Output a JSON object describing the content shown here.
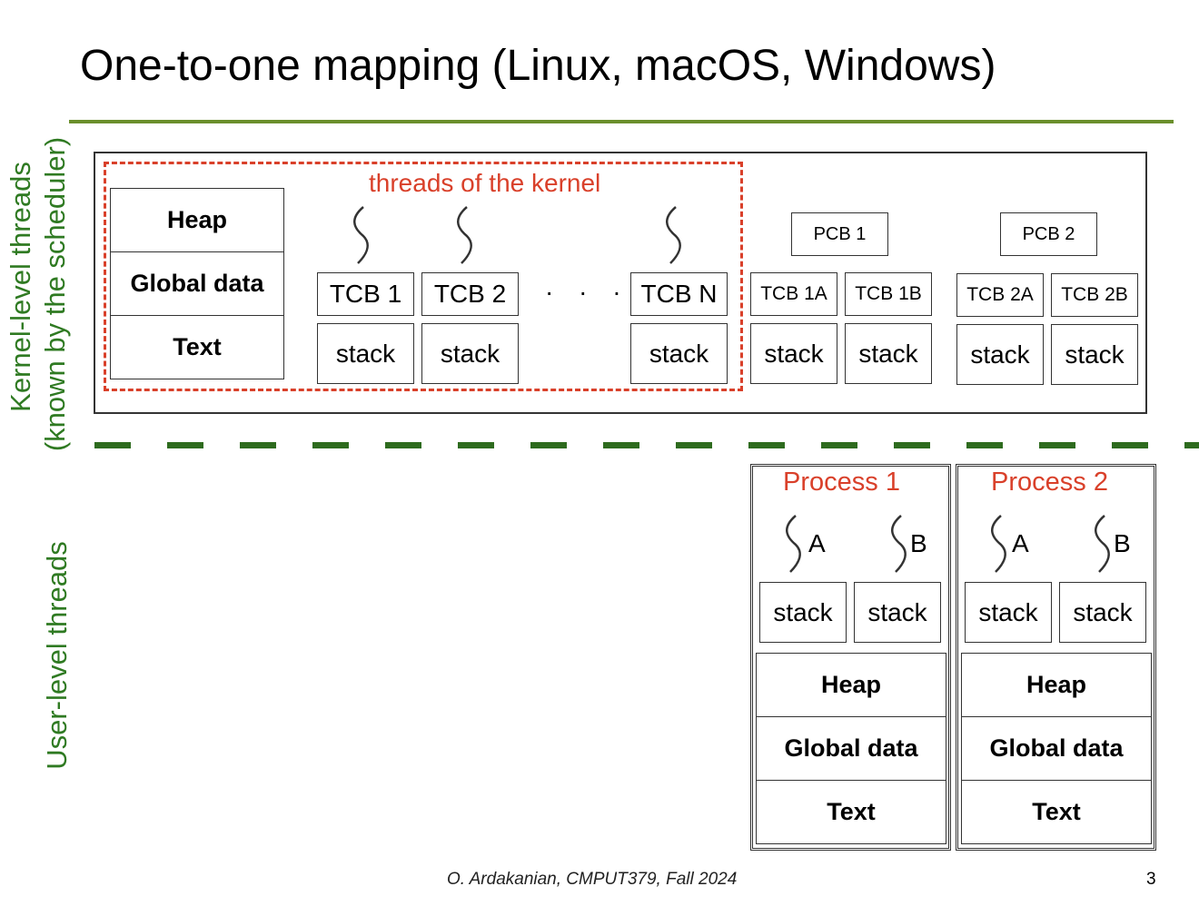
{
  "slide": {
    "title": "One-to-one mapping (Linux, macOS, Windows)",
    "page_number": "3",
    "footer": "O. Ardakanian, CMPUT379, Fall 2024"
  },
  "side_labels": {
    "kernel_line1": "Kernel-level threads",
    "kernel_line2": "(known by the scheduler)",
    "user": "User-level threads"
  },
  "colors": {
    "title_rule": "#6a8f2c",
    "boundary_dash": "#2e6b1e",
    "side_label": "#2f7a22",
    "kernel_group": "#d9402a"
  },
  "kernel": {
    "group_label": "threads of the kernel",
    "segments": [
      "Heap",
      "Global data",
      "Text"
    ],
    "threads": [
      {
        "tcb": "TCB 1",
        "stack": "stack",
        "icon": "thread-squiggle-icon"
      },
      {
        "tcb": "TCB 2",
        "stack": "stack",
        "icon": "thread-squiggle-icon"
      },
      {
        "tcb": "TCB N",
        "stack": "stack",
        "icon": "thread-squiggle-icon"
      }
    ],
    "ellipsis": "· · ·",
    "processes": [
      {
        "pcb": "PCB 1",
        "tcbs": [
          "TCB 1A",
          "TCB 1B"
        ],
        "stacks": [
          "stack",
          "stack"
        ]
      },
      {
        "pcb": "PCB 2",
        "tcbs": [
          "TCB 2A",
          "TCB 2B"
        ],
        "stacks": [
          "stack",
          "stack"
        ]
      }
    ]
  },
  "user": {
    "processes": [
      {
        "name": "Process 1",
        "threads": [
          "A",
          "B"
        ],
        "stacks": [
          "stack",
          "stack"
        ],
        "segments": [
          "Heap",
          "Global data",
          "Text"
        ]
      },
      {
        "name": "Process 2",
        "threads": [
          "A",
          "B"
        ],
        "stacks": [
          "stack",
          "stack"
        ],
        "segments": [
          "Heap",
          "Global data",
          "Text"
        ]
      }
    ]
  }
}
